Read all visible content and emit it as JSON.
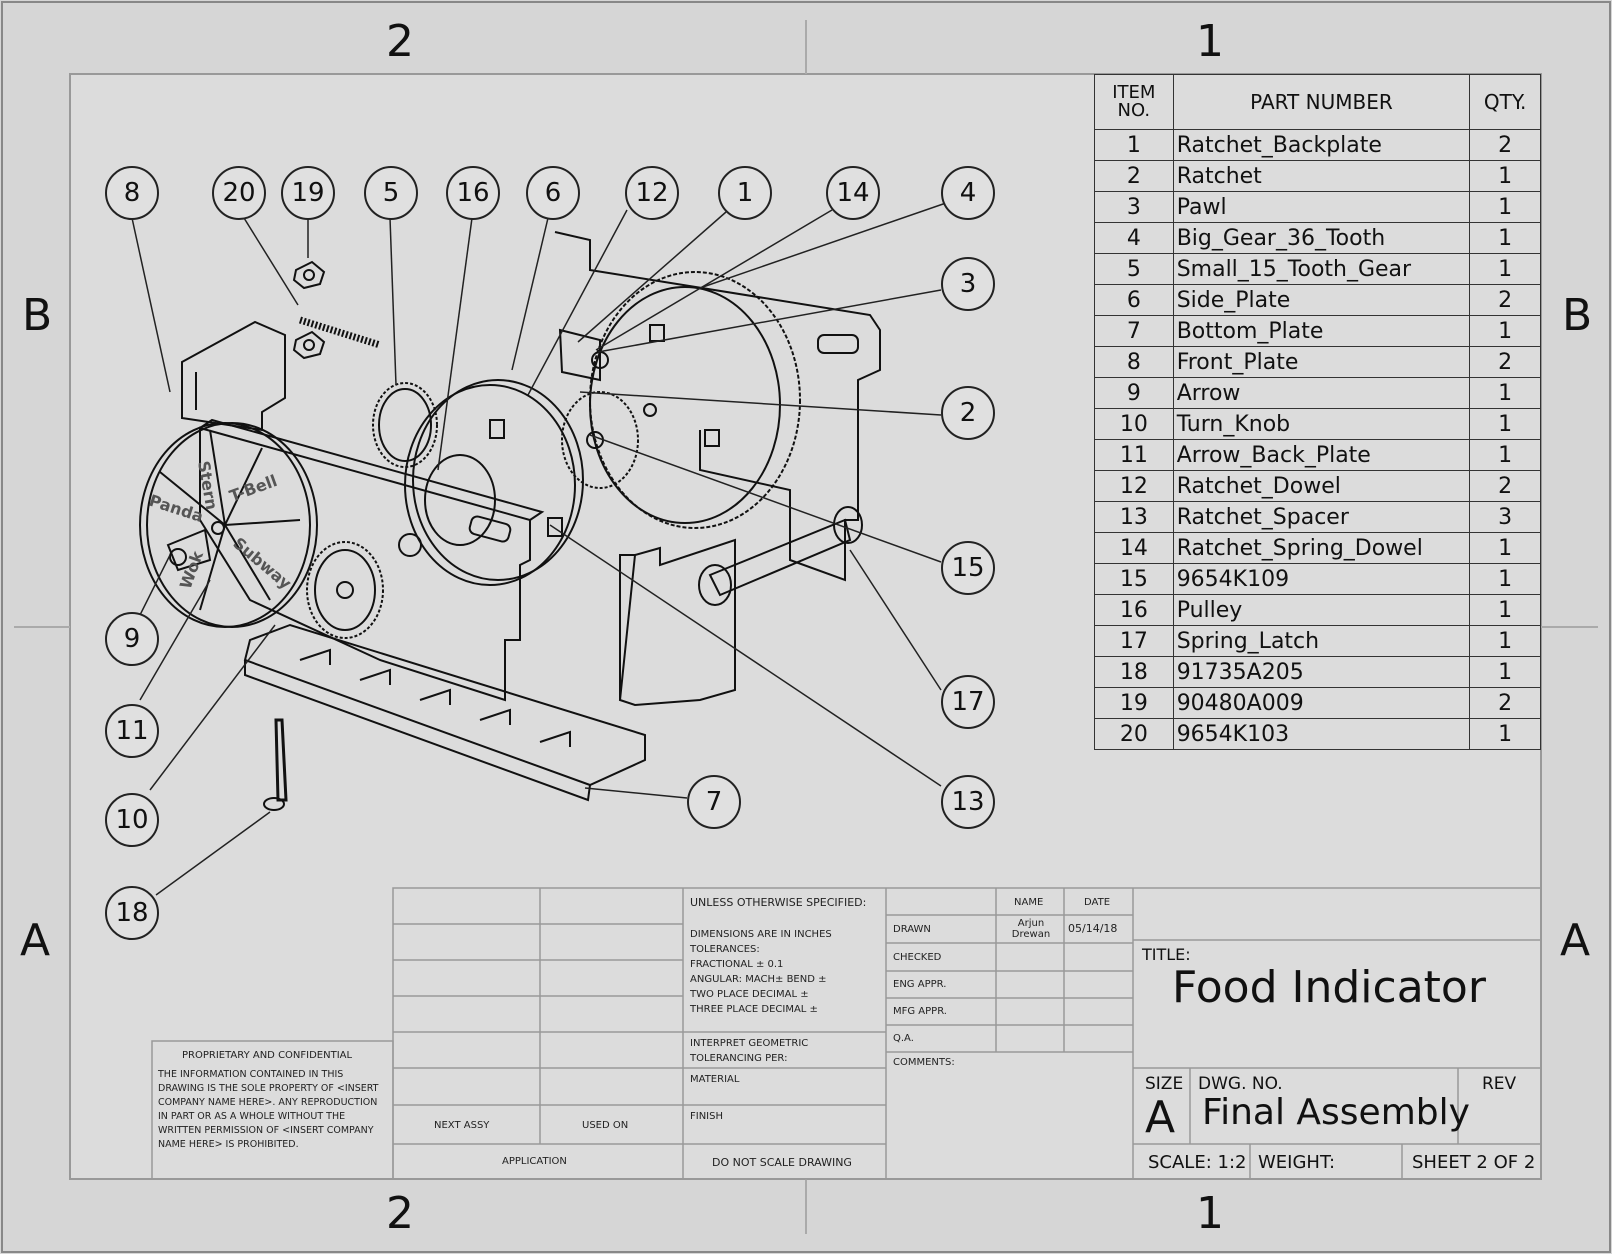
{
  "zones": {
    "top": [
      "2",
      "1"
    ],
    "bottom": [
      "2",
      "1"
    ],
    "left": [
      "B",
      "A"
    ],
    "right": [
      "B",
      "A"
    ]
  },
  "bom": {
    "headers": {
      "item": "ITEM NO.",
      "part": "PART NUMBER",
      "qty": "QTY."
    },
    "rows": [
      {
        "item": "1",
        "part": "Ratchet_Backplate",
        "qty": "2"
      },
      {
        "item": "2",
        "part": "Ratchet",
        "qty": "1"
      },
      {
        "item": "3",
        "part": "Pawl",
        "qty": "1"
      },
      {
        "item": "4",
        "part": "Big_Gear_36_Tooth",
        "qty": "1"
      },
      {
        "item": "5",
        "part": "Small_15_Tooth_Gear",
        "qty": "1"
      },
      {
        "item": "6",
        "part": "Side_Plate",
        "qty": "2"
      },
      {
        "item": "7",
        "part": "Bottom_Plate",
        "qty": "1"
      },
      {
        "item": "8",
        "part": "Front_Plate",
        "qty": "2"
      },
      {
        "item": "9",
        "part": "Arrow",
        "qty": "1"
      },
      {
        "item": "10",
        "part": "Turn_Knob",
        "qty": "1"
      },
      {
        "item": "11",
        "part": "Arrow_Back_Plate",
        "qty": "1"
      },
      {
        "item": "12",
        "part": "Ratchet_Dowel",
        "qty": "2"
      },
      {
        "item": "13",
        "part": "Ratchet_Spacer",
        "qty": "3"
      },
      {
        "item": "14",
        "part": "Ratchet_Spring_Dowel",
        "qty": "1"
      },
      {
        "item": "15",
        "part": "9654K109",
        "qty": "1"
      },
      {
        "item": "16",
        "part": "Pulley",
        "qty": "1"
      },
      {
        "item": "17",
        "part": "Spring_Latch",
        "qty": "1"
      },
      {
        "item": "18",
        "part": "91735A205",
        "qty": "1"
      },
      {
        "item": "19",
        "part": "90480A009",
        "qty": "2"
      },
      {
        "item": "20",
        "part": "9654K103",
        "qty": "1"
      }
    ]
  },
  "balloons": [
    "8",
    "20",
    "19",
    "5",
    "16",
    "6",
    "12",
    "1",
    "14",
    "4",
    "3",
    "2",
    "15",
    "17",
    "13",
    "7",
    "9",
    "11",
    "10",
    "18"
  ],
  "knob_labels": [
    "Panda",
    "Stern",
    "T-Bell",
    "Subway",
    "Wok"
  ],
  "title_block": {
    "unless": "UNLESS OTHERWISE SPECIFIED:",
    "dims": "DIMENSIONS ARE IN INCHES",
    "tolerances": "TOLERANCES:",
    "fractional": "FRACTIONAL ± 0.1",
    "angular": "ANGULAR: MACH±   BEND ±",
    "two_place": "TWO PLACE DECIMAL    ±",
    "three_place": "THREE PLACE DECIMAL   ±",
    "interpret": "INTERPRET GEOMETRIC TOLERANCING PER:",
    "material": "MATERIAL",
    "finish": "FINISH",
    "no_scale": "DO NOT SCALE DRAWING",
    "name_hdr": "NAME",
    "date_hdr": "DATE",
    "drawn": "DRAWN",
    "drawn_name": "Arjun Drewan",
    "drawn_date": "05/14/18",
    "checked": "CHECKED",
    "eng_appr": "ENG APPR.",
    "mfg_appr": "MFG APPR.",
    "qa": "Q.A.",
    "comments": "COMMENTS:",
    "title_label": "TITLE:",
    "title": "Food Indicator",
    "size_label": "SIZE",
    "size": "A",
    "dwg_label": "DWG.  NO.",
    "dwg_no": "Final Assembly",
    "rev_label": "REV",
    "scale": "SCALE: 1:2",
    "weight": "WEIGHT:",
    "sheet": "SHEET 2 OF 2",
    "prop_title": "PROPRIETARY AND CONFIDENTIAL",
    "prop_text": "THE INFORMATION CONTAINED IN THIS DRAWING IS THE SOLE PROPERTY OF <INSERT COMPANY NAME HERE>. ANY REPRODUCTION IN PART OR AS A WHOLE WITHOUT THE WRITTEN PERMISSION OF <INSERT COMPANY NAME HERE> IS PROHIBITED.",
    "next_assy": "NEXT ASSY",
    "used_on": "USED ON",
    "application": "APPLICATION"
  }
}
